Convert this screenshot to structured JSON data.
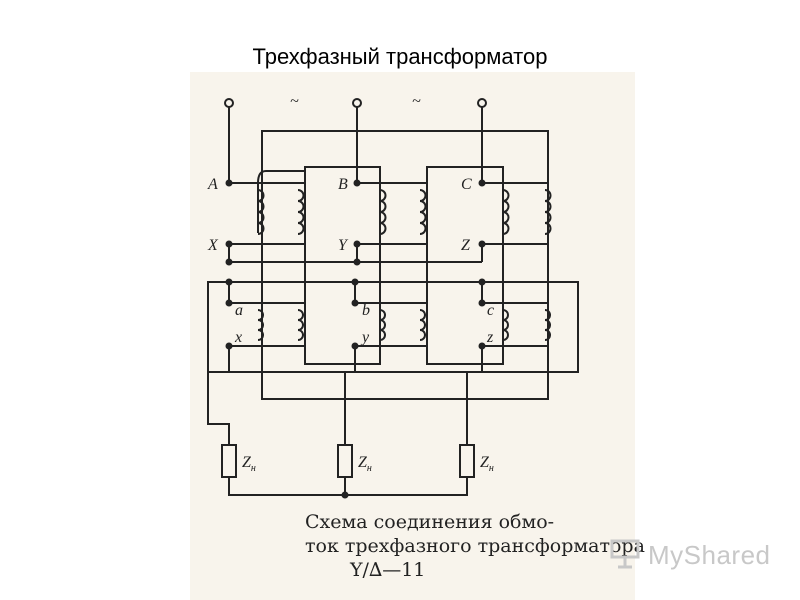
{
  "title": "Трехфазный трансформатор",
  "diagram": {
    "ac_symbols": [
      "~",
      "~"
    ],
    "primary_terminals": [
      "A",
      "B",
      "C"
    ],
    "primary_ends": [
      "X",
      "Y",
      "Z"
    ],
    "secondary_terminals": [
      "a",
      "b",
      "c"
    ],
    "secondary_ends": [
      "x",
      "y",
      "z"
    ],
    "load_label": "Z",
    "load_subscript": "н"
  },
  "caption": {
    "line1": "Схема соединения обмо-",
    "line2": "ток трехфазного трансформатора",
    "line3": "Y/∆—11"
  },
  "logo": {
    "text": "MyShared",
    "icon": "presentation-board-icon"
  },
  "colors": {
    "ink": "#222222",
    "paper": "#f8f4ec",
    "logo": "#c8c8c8"
  }
}
